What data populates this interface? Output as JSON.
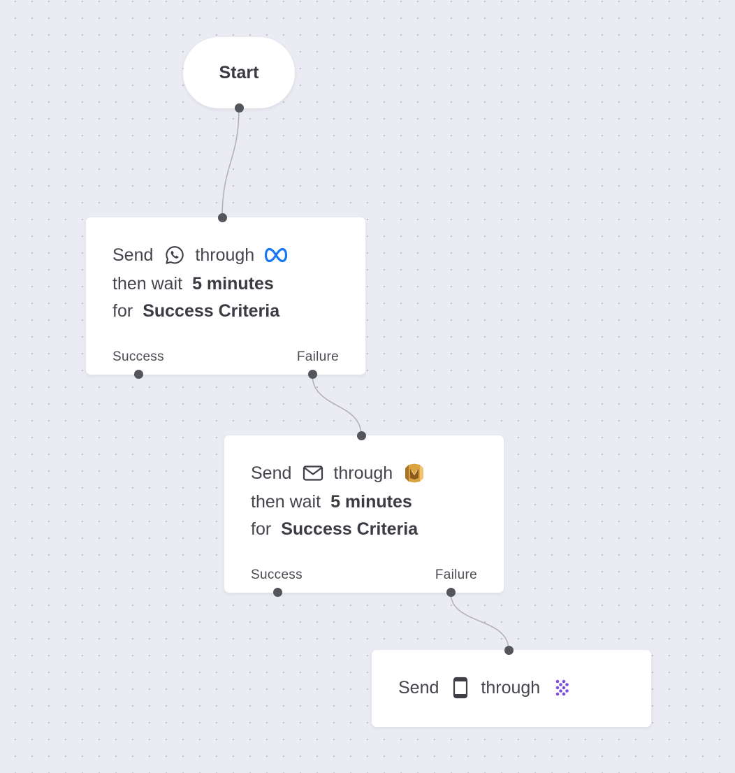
{
  "start": {
    "label": "Start"
  },
  "nodes": [
    {
      "send_label": "Send",
      "channel_icon": "whatsapp-icon",
      "through_label": "through",
      "provider_icon": "meta-icon",
      "then_wait_label": "then wait",
      "wait_value": "5 minutes",
      "for_label": "for",
      "criteria": "Success Criteria",
      "success_label": "Success",
      "failure_label": "Failure"
    },
    {
      "send_label": "Send",
      "channel_icon": "email-icon",
      "through_label": "through",
      "provider_icon": "amazon-ses-icon",
      "then_wait_label": "then wait",
      "wait_value": "5 minutes",
      "for_label": "for",
      "criteria": "Success Criteria",
      "success_label": "Success",
      "failure_label": "Failure"
    },
    {
      "send_label": "Send",
      "channel_icon": "mobile-sms-icon",
      "through_label": "through",
      "provider_icon": "sms-provider-dots-icon"
    }
  ],
  "colors": {
    "background": "#ebebf3",
    "node": "#ffffff",
    "edge": "#b3b3b3",
    "handle": "#55555c",
    "meta_blue": "#1877f2",
    "ses_gold": "#d9a441",
    "provider_purple": "#7b4fe0"
  }
}
